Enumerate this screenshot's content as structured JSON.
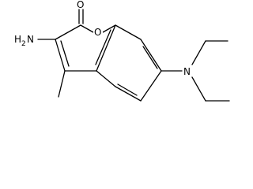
{
  "molecule": {
    "atoms": {
      "carbonyl_oxygen": "O",
      "ring_oxygen": "O",
      "amine_element": "H",
      "amine_subscript": "2",
      "amine_nitrogen": "N",
      "dialkylamine_nitrogen": "N"
    }
  }
}
